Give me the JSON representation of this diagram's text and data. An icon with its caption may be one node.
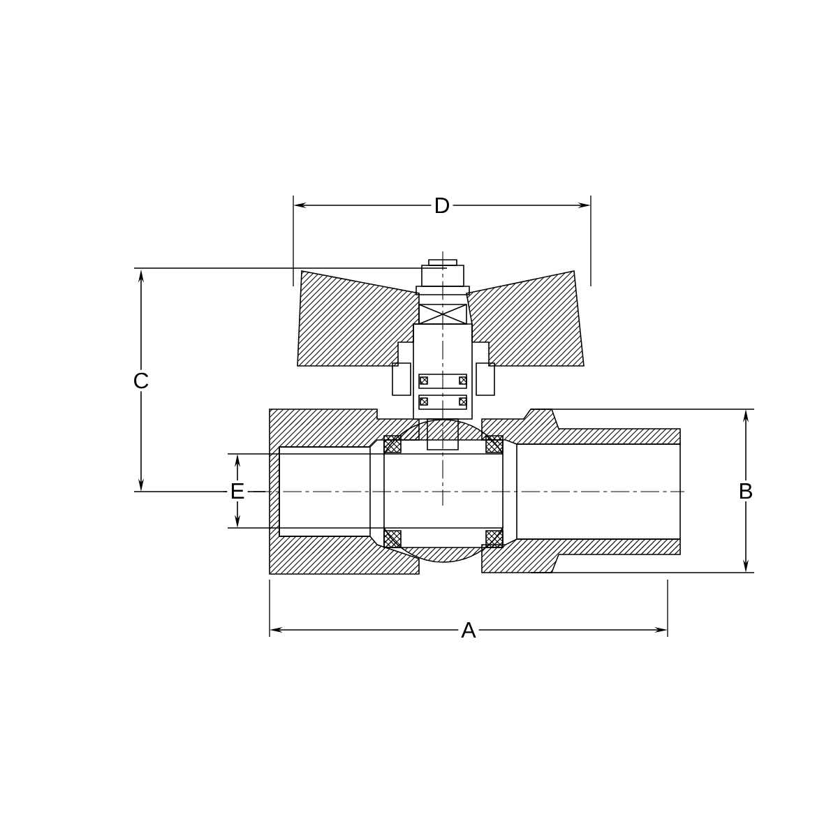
{
  "diagram": {
    "labels": [
      "D",
      "C",
      "E",
      "B",
      "A"
    ]
  }
}
